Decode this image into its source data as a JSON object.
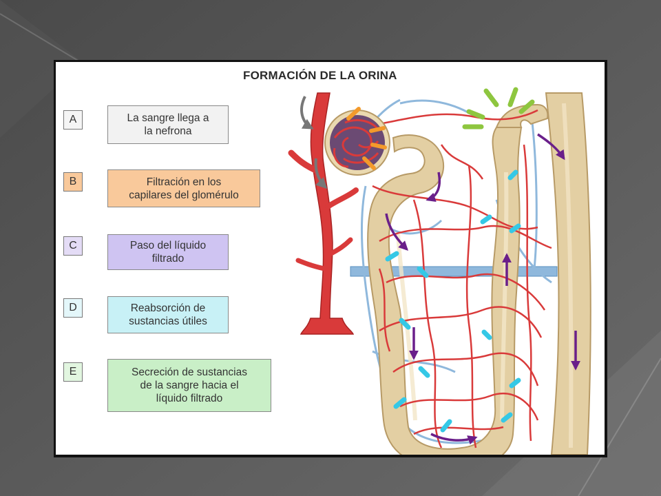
{
  "title": "FORMACIÓN DE LA ORINA",
  "steps": [
    {
      "letter": "A",
      "label": "La sangre llega a\nla nefrona",
      "color": "#f2f2f2",
      "letter_bg": "#f5f5f5"
    },
    {
      "letter": "B",
      "label": "Filtración en los\ncapilares del glomérulo",
      "color": "#f9c99b",
      "letter_bg": "#f9c99b"
    },
    {
      "letter": "C",
      "label": "Paso del líquido\nfiltrado",
      "color": "#cfc4f2",
      "letter_bg": "#e4dcf6"
    },
    {
      "letter": "D",
      "label": "Reabsorción de\nsustancias útiles",
      "color": "#c8f1f6",
      "letter_bg": "#e4f7fa"
    },
    {
      "letter": "E",
      "label": "Secreción de sustancias\nde la sangre hacia el\nlíquido filtrado",
      "color": "#c9efc7",
      "letter_bg": "#e2f6e0"
    }
  ],
  "colors": {
    "blood_red": "#d93a3a",
    "vein_blue": "#8fb8dc",
    "tubule": "#e3cfa3",
    "filtrate_arrow": "#6a1f8a",
    "reabsorption_arrow": "#35c8e6",
    "secretion_arrow": "#8ec63f",
    "filtration_arrow": "#f39a2b",
    "glomerulus": "#6b4a73"
  },
  "icons": [
    "arrow-icon"
  ]
}
